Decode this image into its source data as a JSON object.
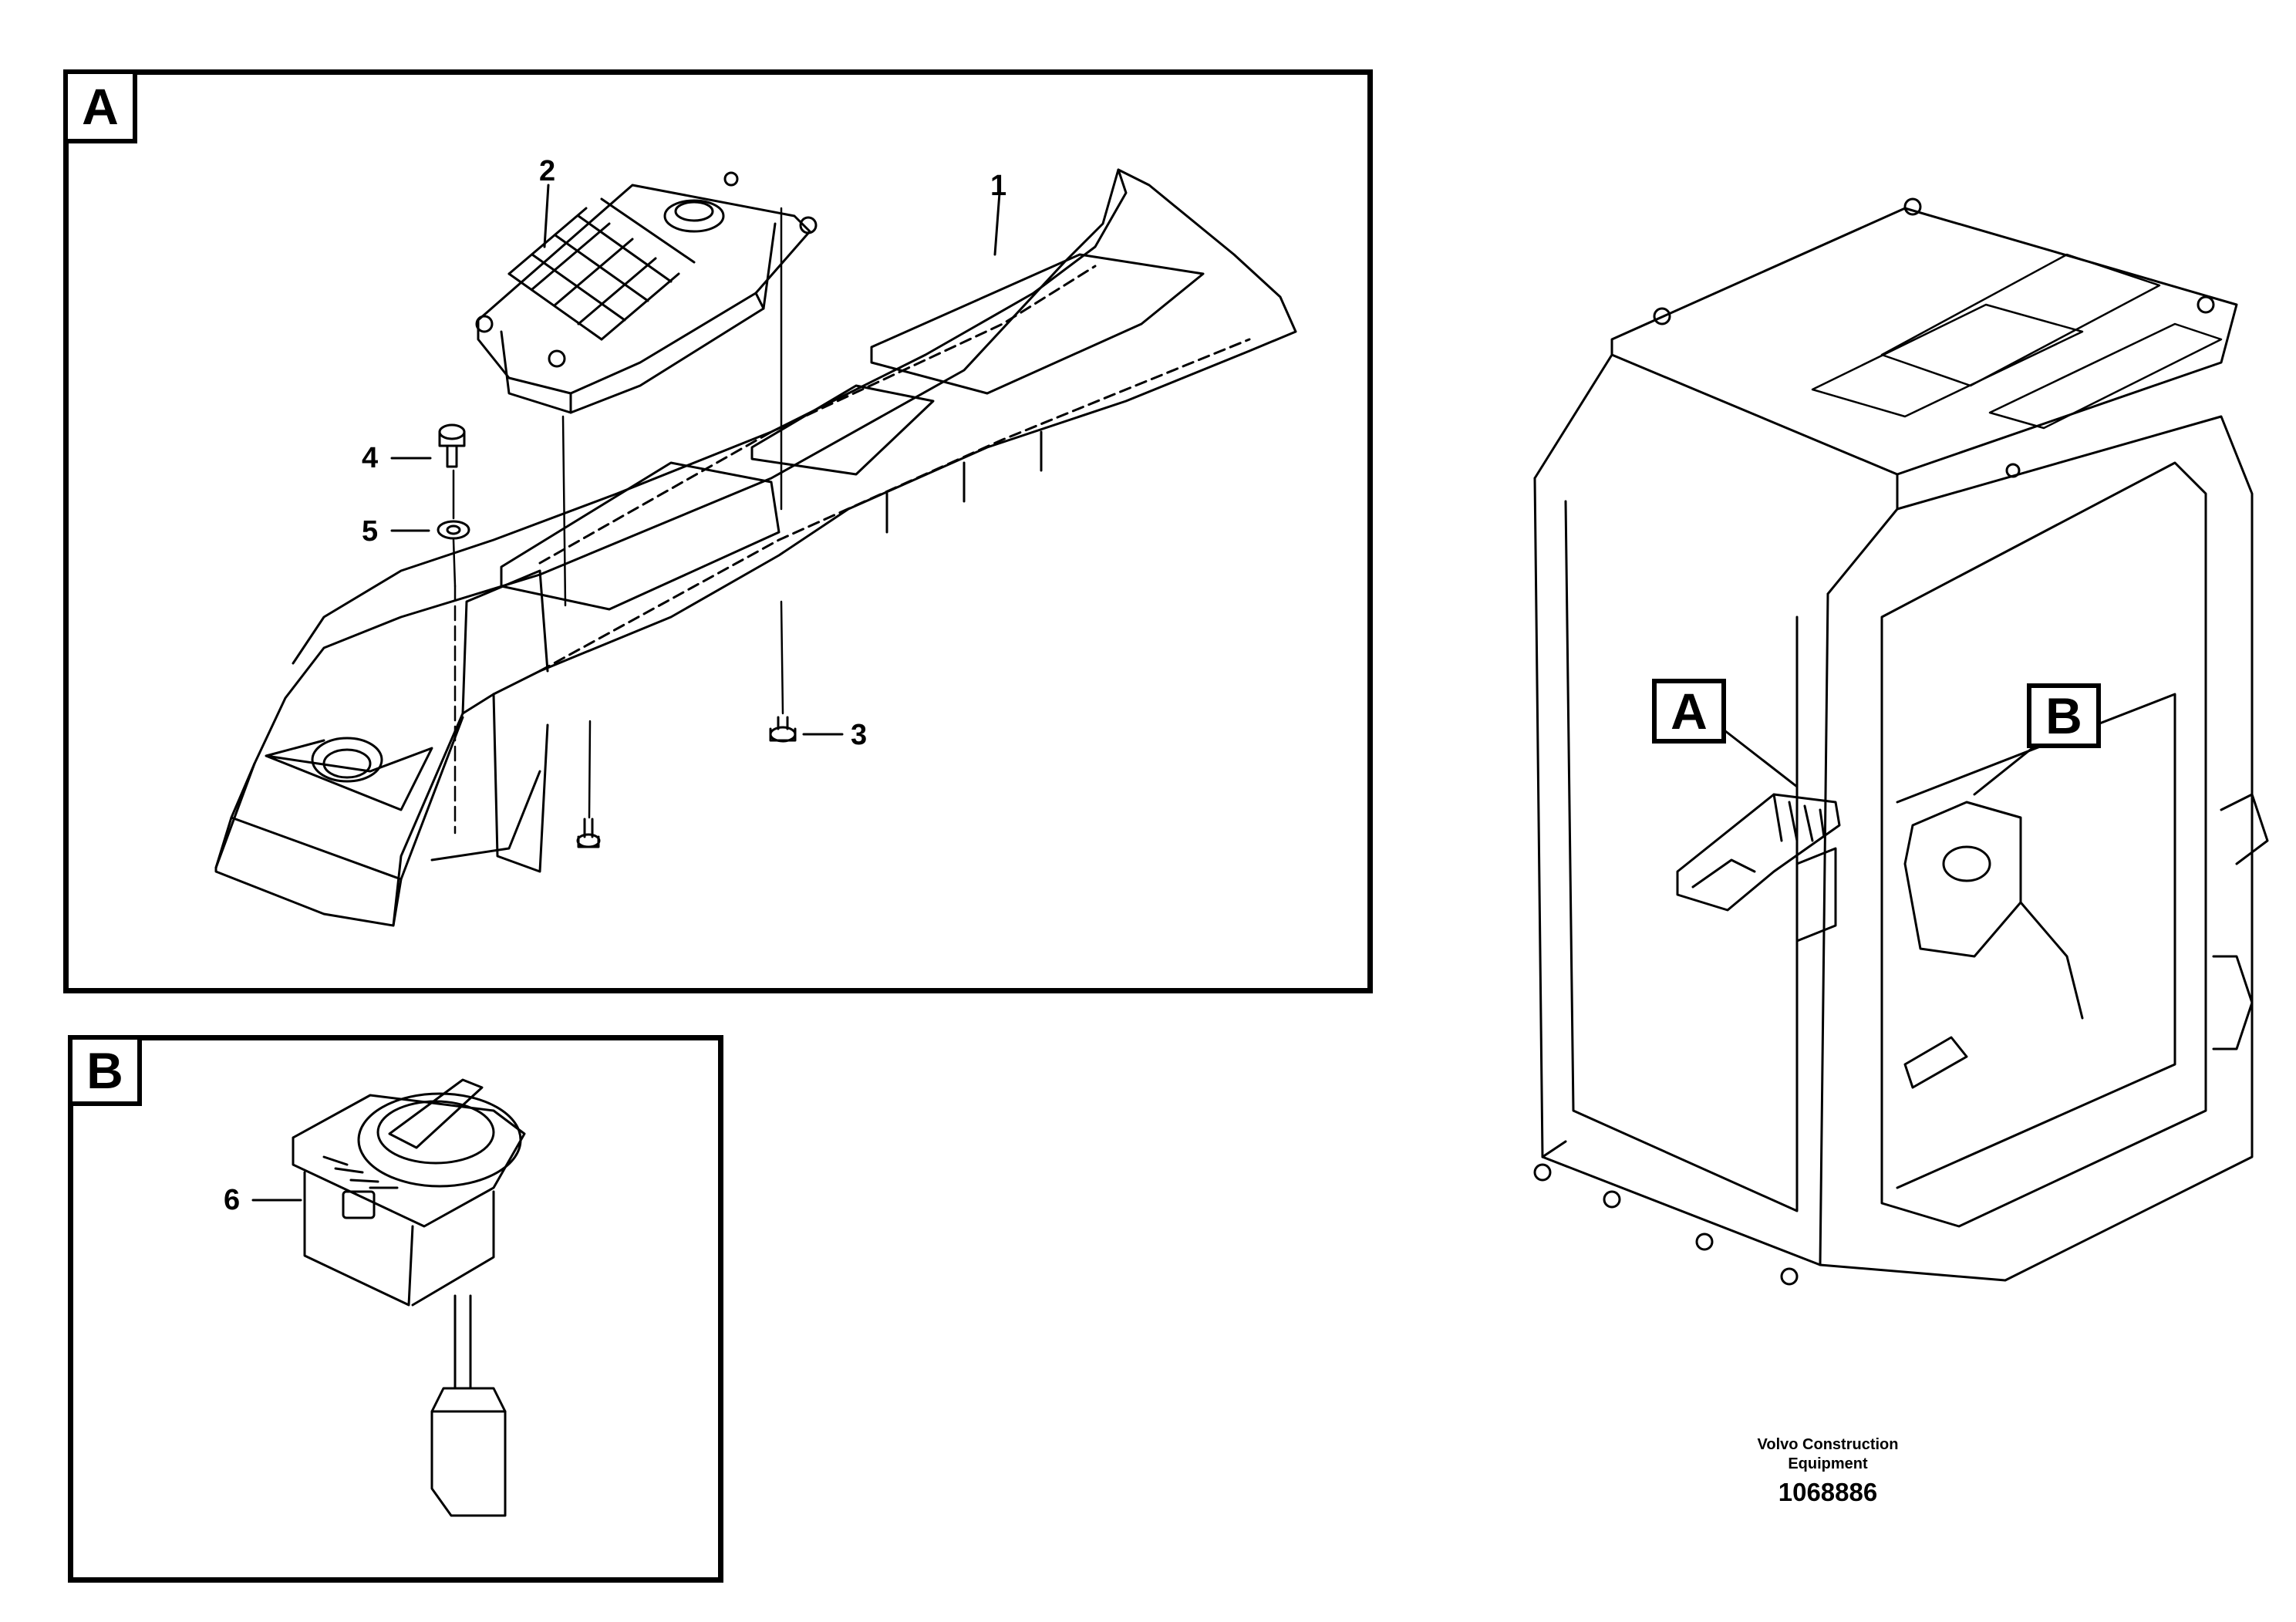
{
  "panels": {
    "a": {
      "label": "A"
    },
    "b": {
      "label": "B"
    }
  },
  "callouts": {
    "p1": "1",
    "p2": "2",
    "p3": "3",
    "p4": "4",
    "p5": "5",
    "p6": "6"
  },
  "cab_tags": {
    "a": "A",
    "b": "B"
  },
  "footer": {
    "company_line1": "Volvo Construction",
    "company_line2": "Equipment",
    "drawing_number": "1068886"
  }
}
